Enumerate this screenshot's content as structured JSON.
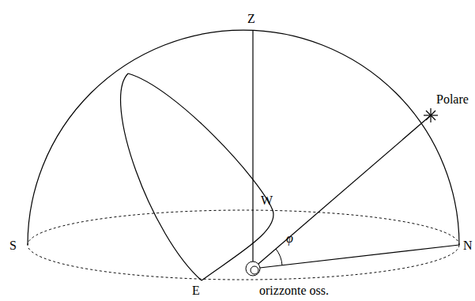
{
  "diagram": {
    "labels": [
      "Z",
      "Polare",
      "W",
      "φ",
      "S",
      "N",
      "E",
      "orizzonte oss."
    ]
  }
}
